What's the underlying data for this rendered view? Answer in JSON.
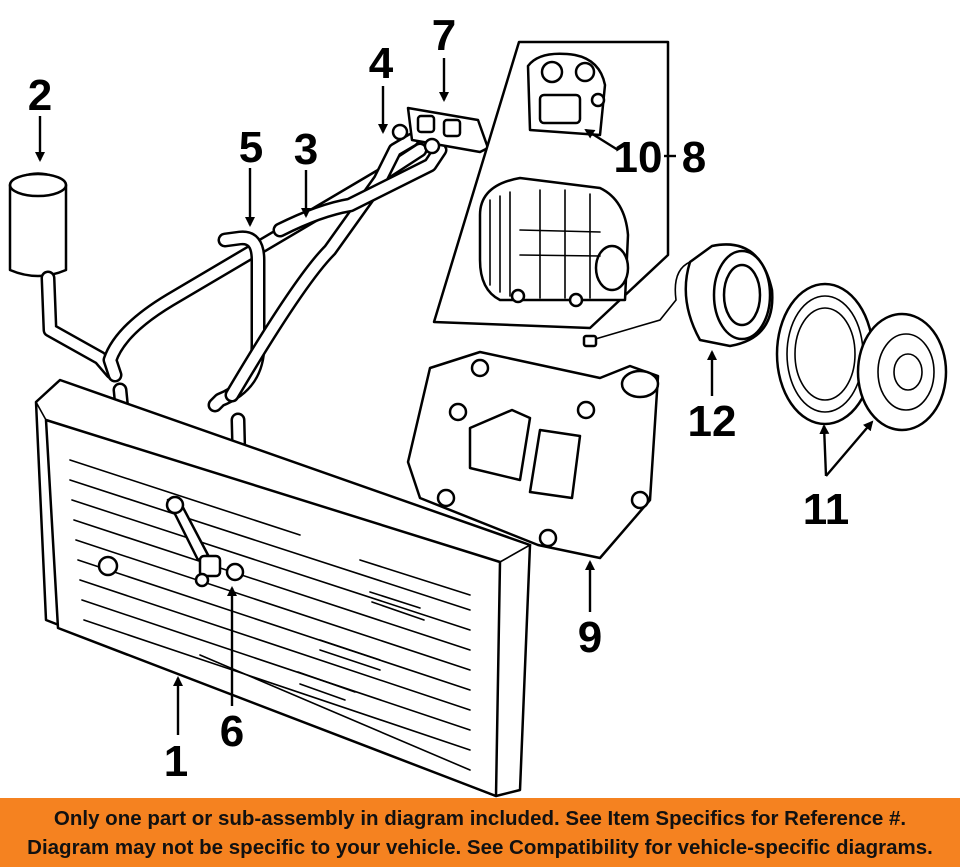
{
  "callouts": {
    "c1": "1",
    "c2": "2",
    "c3": "3",
    "c4": "4",
    "c5": "5",
    "c6": "6",
    "c7": "7",
    "c8": "8",
    "c9": "9",
    "c10": "10",
    "c11": "11",
    "c12": "12"
  },
  "banner": {
    "line1": "Only one part or sub-assembly in diagram included. See Item Specifics for Reference #.",
    "line2": "Diagram may not be specific to your vehicle. See Compatibility for vehicle-specific diagrams."
  },
  "colors": {
    "banner": "#f58220",
    "ink": "#000000",
    "background": "#ffffff"
  }
}
